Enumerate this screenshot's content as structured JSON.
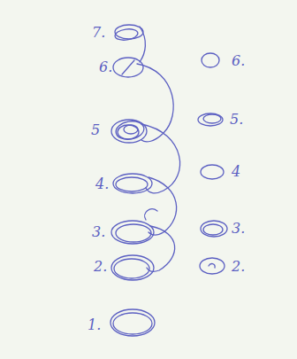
{
  "diagram": {
    "labels": [
      "7.",
      "6.",
      "6.",
      "5",
      "5.",
      "4.",
      "4",
      "3.",
      "3.",
      "2.",
      "2.",
      "1."
    ]
  }
}
